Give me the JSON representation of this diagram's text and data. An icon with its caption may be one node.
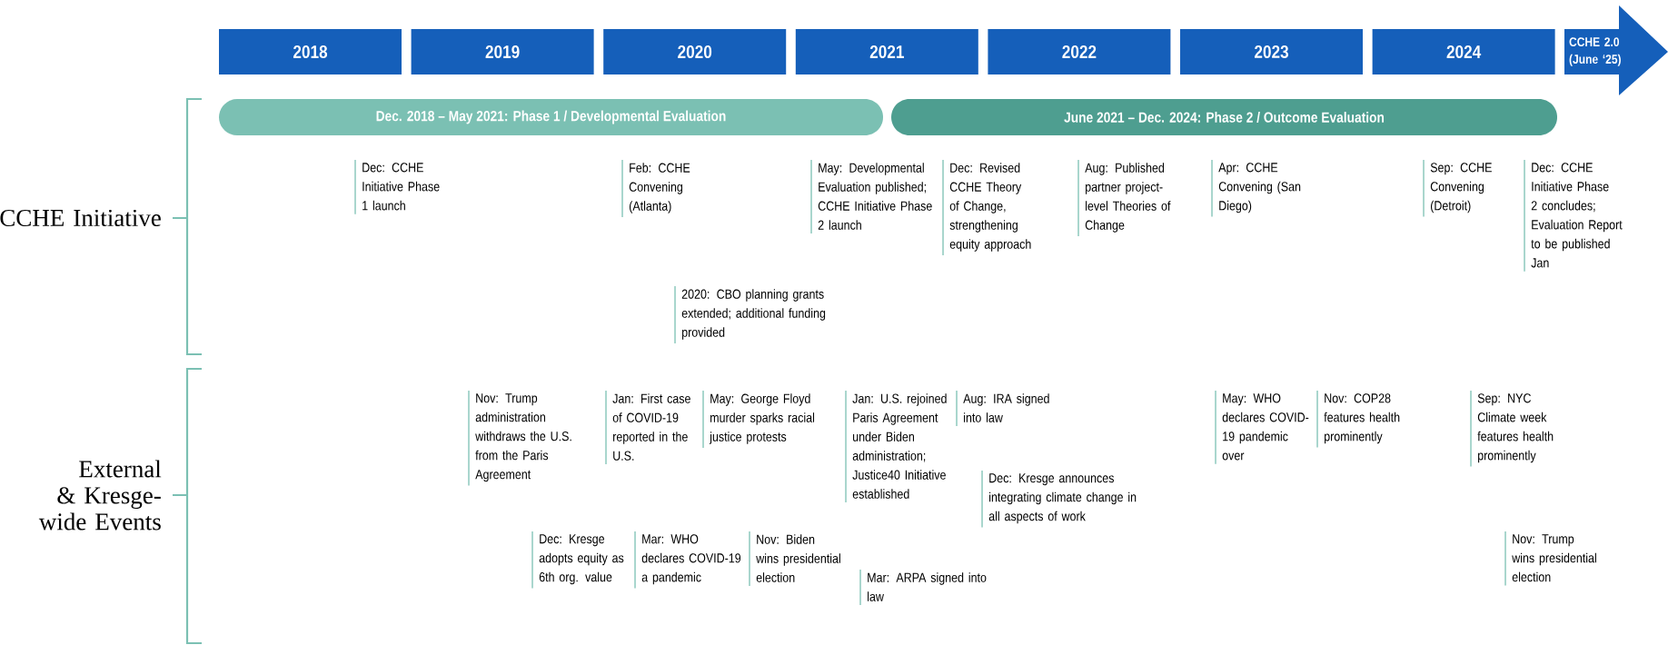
{
  "diagram": {
    "nodes": [
      {
        "text": [
          "2018"
        ]
      },
      {
        "text": [
          "2019"
        ]
      },
      {
        "text": [
          "2020"
        ]
      },
      {
        "text": [
          "2021"
        ]
      },
      {
        "text": [
          "2022"
        ]
      },
      {
        "text": [
          "2023"
        ]
      },
      {
        "text": [
          "2024"
        ]
      },
      {
        "text": [
          "CCHE 2.0 (June ‘25)"
        ]
      },
      {
        "text": [
          "Dec. 2018 – May 2021: Phase 1 / Developmental Evaluation"
        ]
      },
      {
        "text": [
          "June 2021 – Dec. 2024: Phase 2 / Outcome Evaluation"
        ]
      }
    ],
    "edges": [],
    "labels": [
      "CCHE Initiative",
      "Dec: CCHE Initiative Phase 1 launch",
      "Feb: CCHE Convening (Atlanta)",
      "May: Developmental Evaluation published; CCHE Initiative Phase 2 launch",
      "Dec: Revised CCHE Theory of Change, strengthening equity approach",
      "Aug: Published partner project-level Theories of Change",
      "Apr: CCHE Convening (San Diego)",
      "Sep: CCHE Convening (Detroit)",
      "Dec: CCHE Initiative Phase 2 concludes; Evaluation Report to be published Jan",
      "2020: CBO planning grants extended; additional funding provided",
      "External & Kresge-wide Events",
      "Nov: Trump administration withdraws the U.S. from the Paris Agreement",
      "Jan: First case of COVID-19 reported in the U.S.",
      "May: George Floyd murder sparks racial justice protests",
      "Jan: U.S. rejoined Paris Agreement under Biden administration; Justice40 Initiative established",
      "Aug: IRA signed into law",
      "May: WHO declares COVID-19 pandemic over",
      "Nov: COP28 features health prominently",
      "Sep: NYC Climate week features health prominently",
      "Dec: Kresge adopts equity as 6th org. value",
      "Mar: WHO declares COVID-19 a pandemic",
      "Nov: Biden wins presidential election",
      "Mar: ARPA signed into law",
      "Dec: Kresge announces integrating climate change in all aspects of work",
      "Nov: Trump wins presidential election"
    ]
  }
}
